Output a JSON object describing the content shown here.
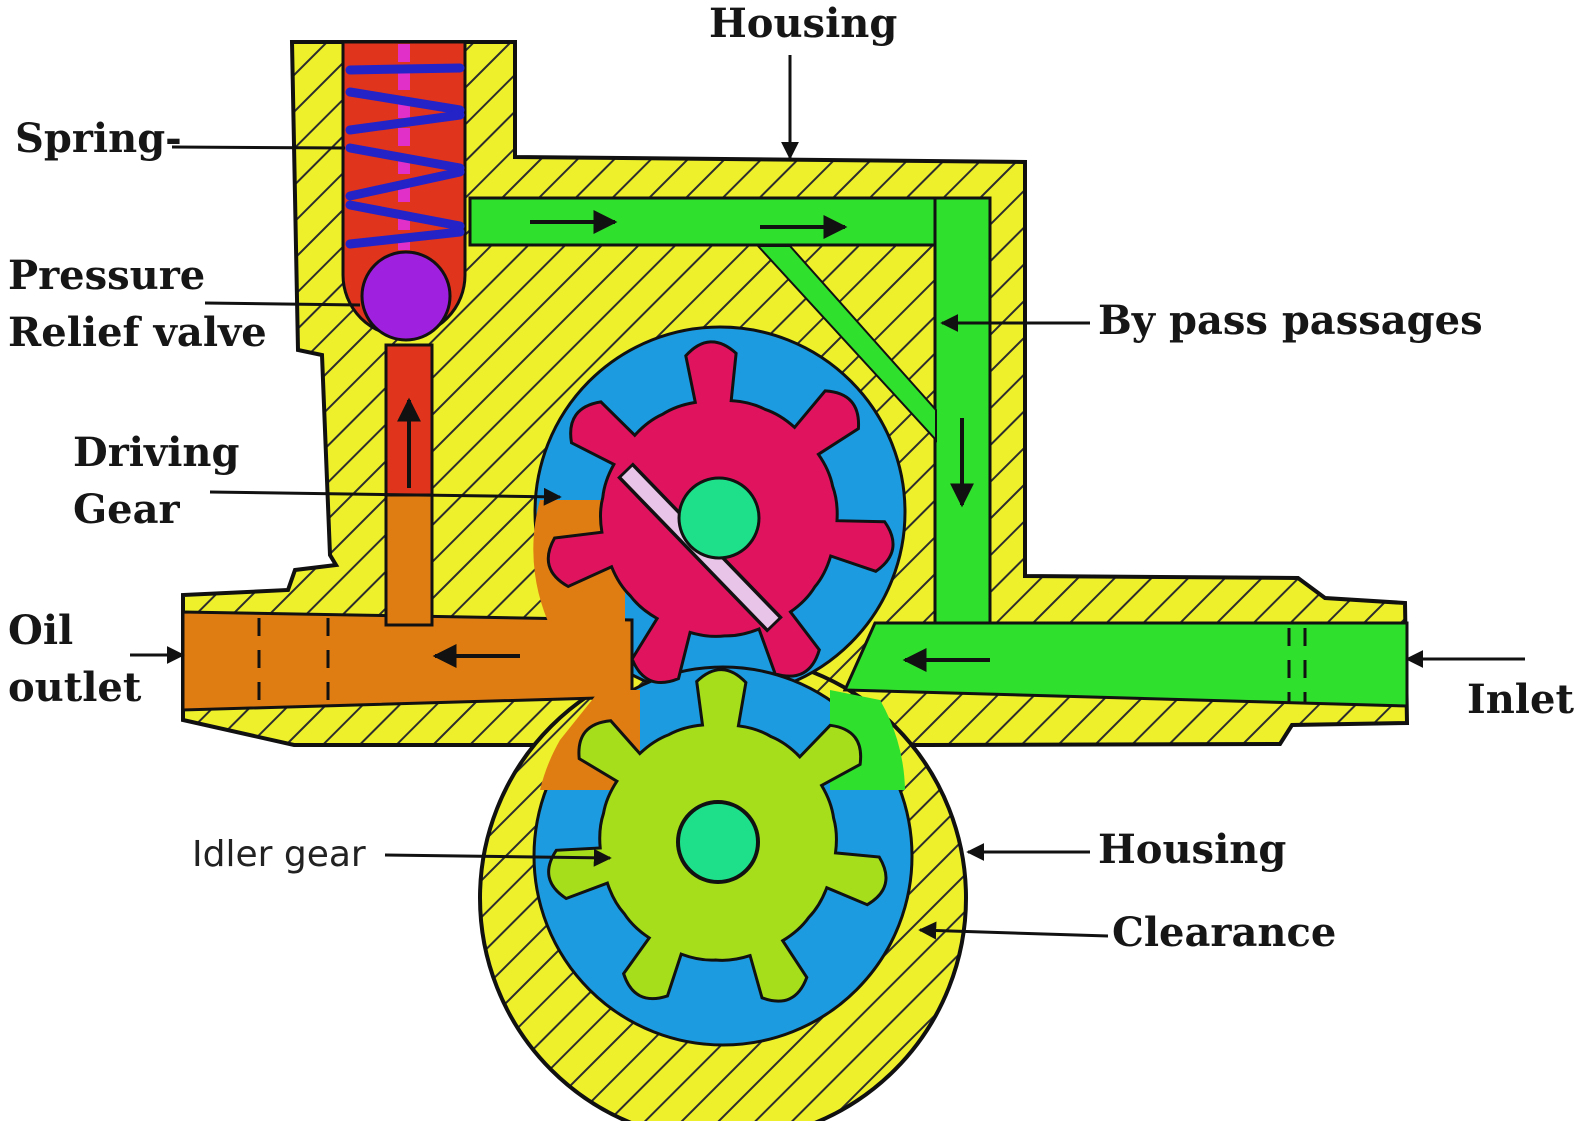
{
  "labels": {
    "housing_top": "Housing",
    "spring": "Spring-",
    "relief_line1": "Pressure",
    "relief_line2": "Relief valve",
    "bypass": "By pass passages",
    "driving_line1": "Driving",
    "driving_line2": "Gear",
    "outlet_line1": "Oil",
    "outlet_line2": "outlet",
    "inlet": "Inlet",
    "idler": "Idler gear",
    "housing_bottom": "Housing",
    "clearance": "Clearance"
  },
  "colors": {
    "housing": "#eef02c",
    "hatch": "#2d2d2d",
    "inlet_oil": "#2fe02c",
    "outlet_oil": "#e07d12",
    "valve_chamber": "#e0341c",
    "spring": "#2323c8",
    "valve_stem": "#e030c8",
    "relief_ball": "#a020e0",
    "gear_cavity": "#1d9be0",
    "driving_gear": "#e0145e",
    "idler_gear": "#a6de1c",
    "gear_hub": "#1fe08a",
    "key": "#e8c4e8",
    "outline": "#111111"
  },
  "icons": {
    "leader_arrow": "arrow-icon",
    "flow_arrow": "flow-arrow-icon"
  }
}
